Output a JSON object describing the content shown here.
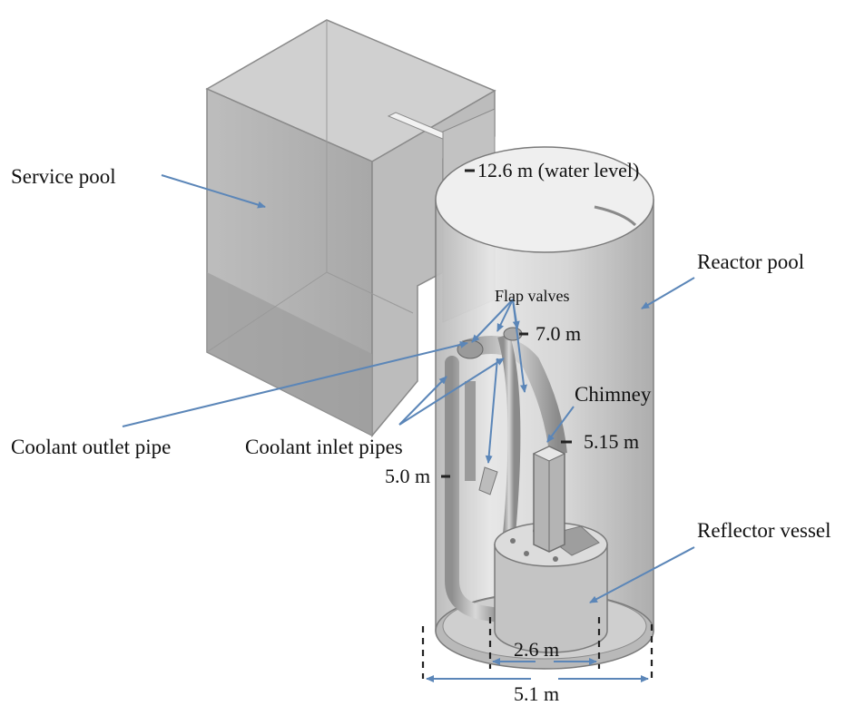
{
  "labels": {
    "service_pool": "Service pool",
    "reactor_pool": "Reactor pool",
    "water_level": "12.6 m (water level)",
    "flap_valves": "Flap valves",
    "height_7": "7.0 m",
    "chimney": "Chimney",
    "height_515": "5.15 m",
    "coolant_outlet_pipe": "Coolant outlet pipe",
    "coolant_inlet_pipes": "Coolant inlet pipes",
    "height_5": "5.0 m",
    "reflector_vessel": "Reflector vessel",
    "dim_26": "2.6 m",
    "dim_51": "5.1 m"
  },
  "colors": {
    "arrow": "#5b86b8",
    "pool_fill": "#c9c9c9",
    "pool_edge": "#7a7a7a"
  }
}
